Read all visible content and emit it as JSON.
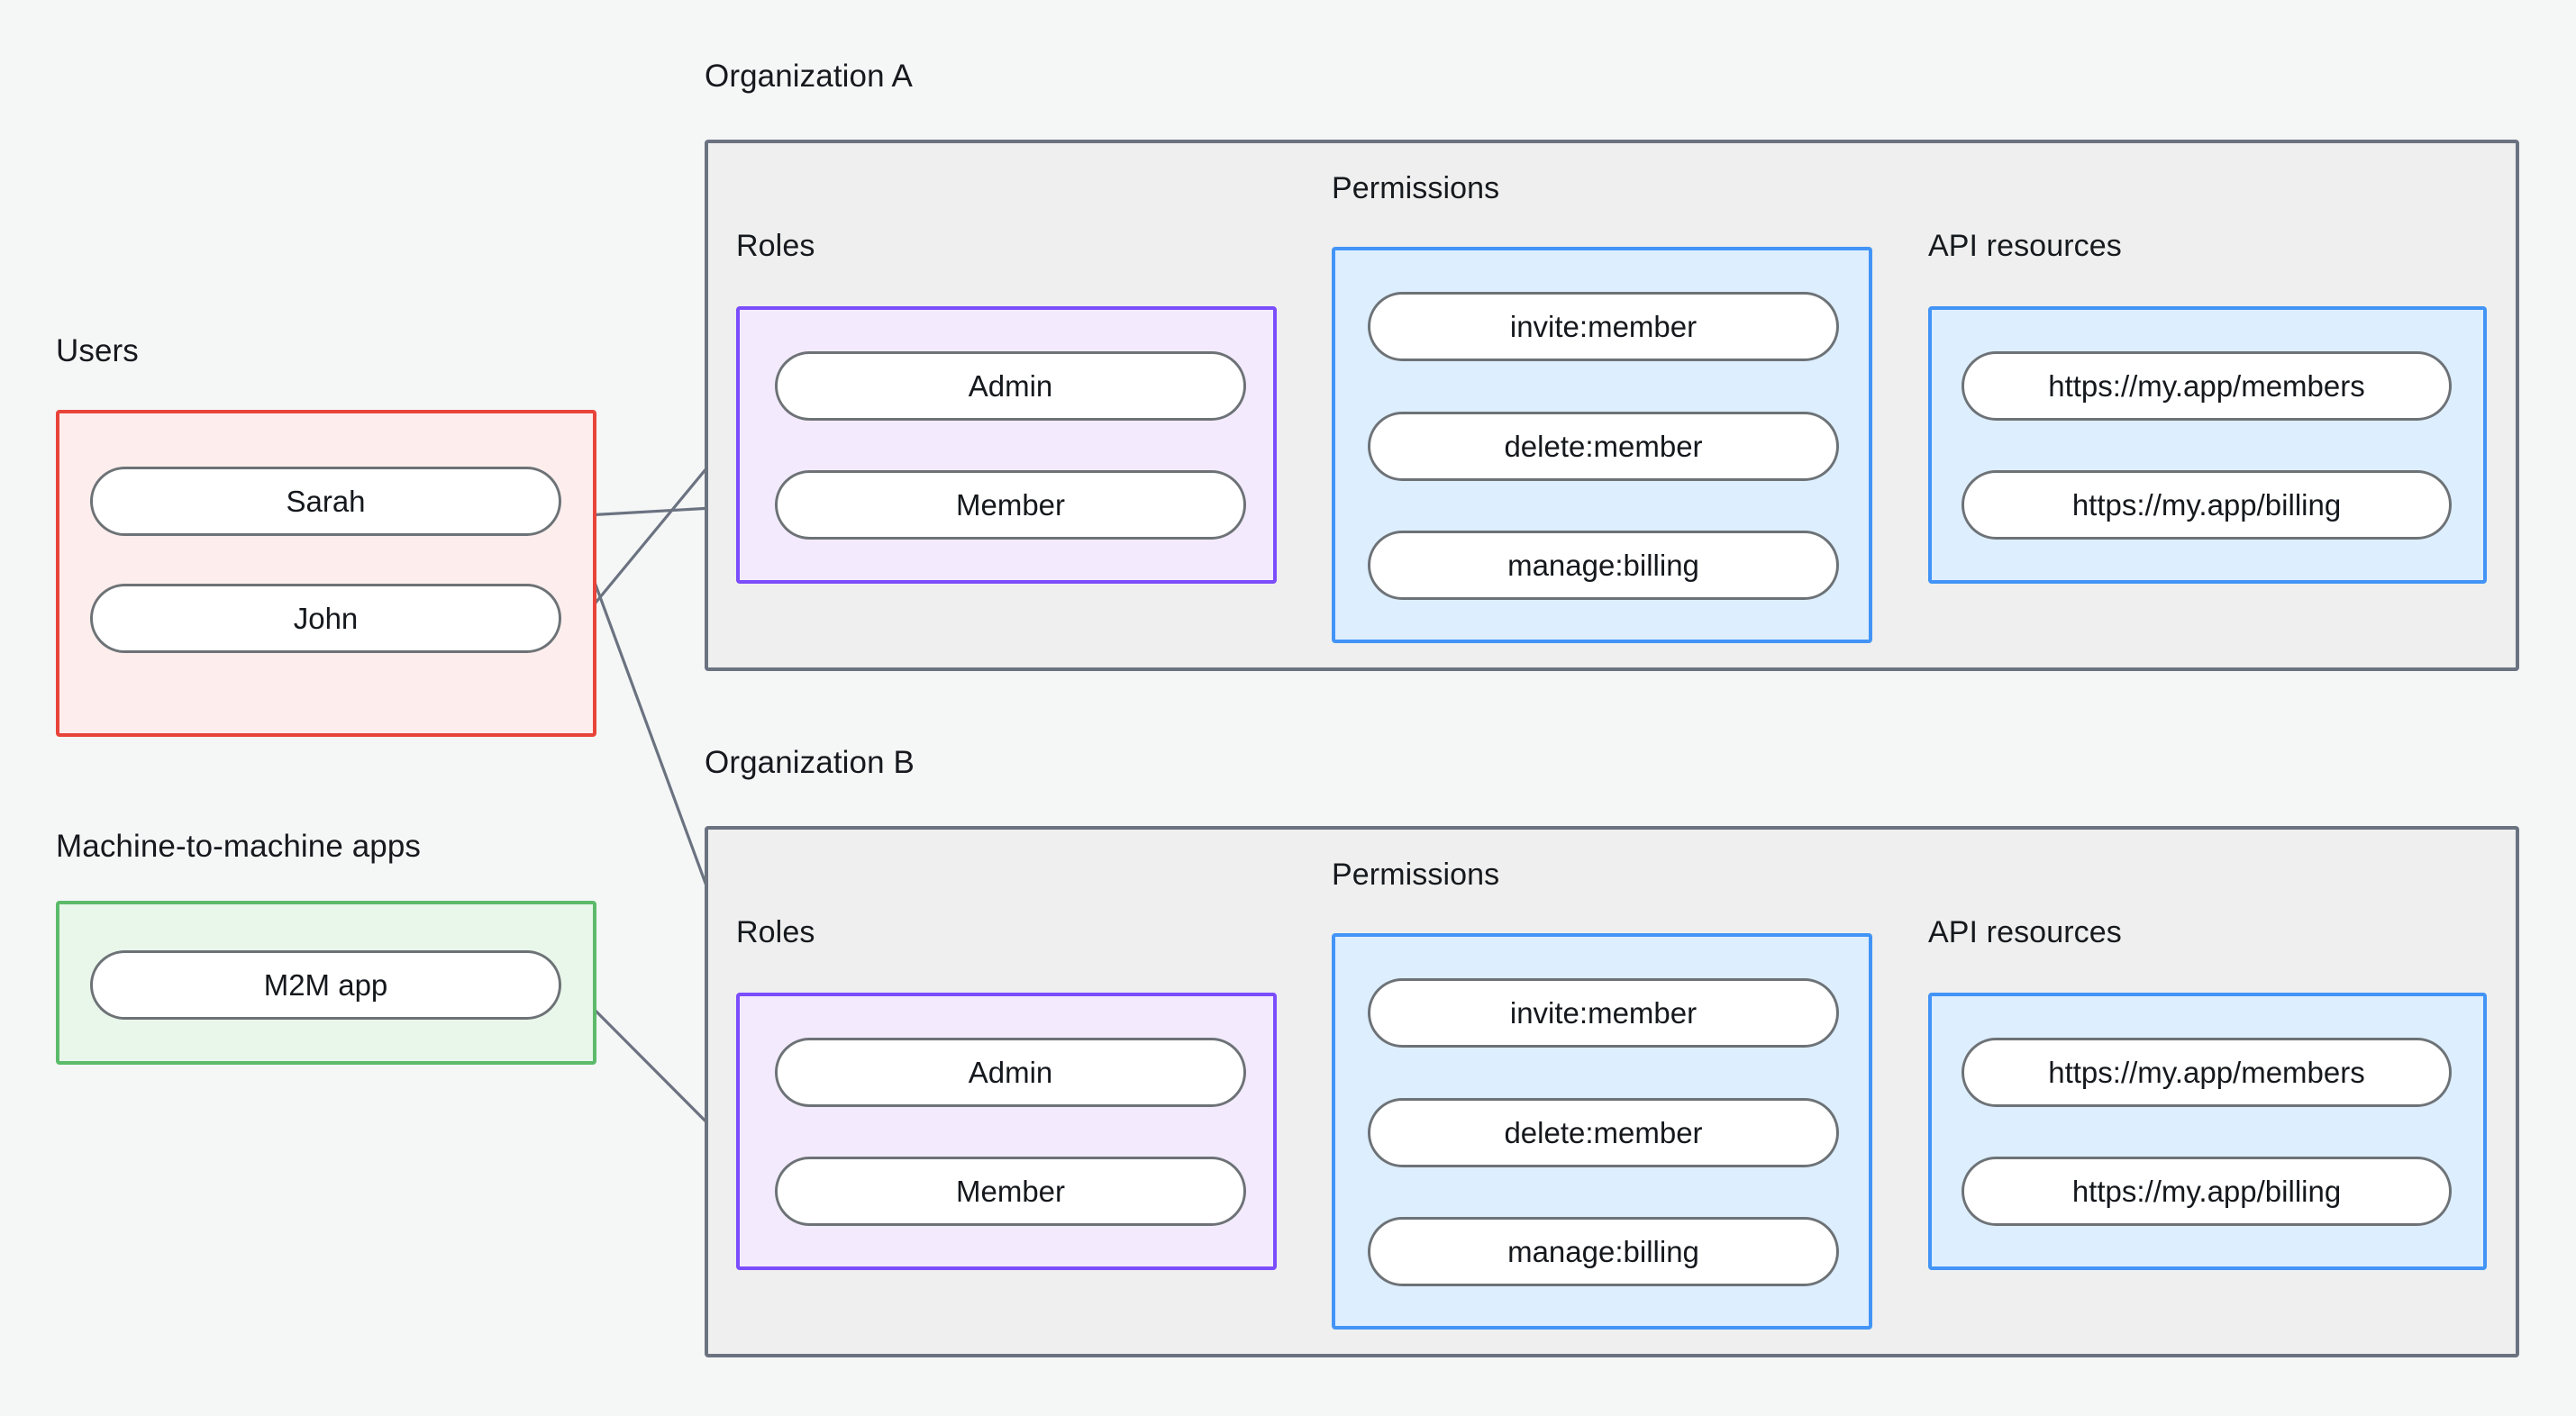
{
  "diagram": {
    "title_labels": {
      "users": "Users",
      "m2m": "Machine-to-machine apps",
      "org_a": "Organization A",
      "org_b": "Organization B",
      "roles": "Roles",
      "permissions": "Permissions",
      "api_resources": "API resources"
    },
    "colors": {
      "background": "#f5f7f7",
      "org_border": "#6b7280",
      "org_fill": "#eeefee",
      "users_border": "#e8443a",
      "users_fill": "#fdeeed",
      "m2m_border": "#5cbb6a",
      "m2m_fill": "#e9f6ea",
      "roles_border": "#7b4dfd",
      "roles_fill": "#f3ebfd",
      "permissions_border": "#4294f7",
      "permissions_fill": "#ddeeff",
      "api_border": "#4294f7",
      "api_fill": "#ddeeff",
      "node_border": "#6d7276",
      "node_fill": "#ffffff",
      "link": "#6b7280",
      "text": "#15181c"
    },
    "users": {
      "label": "Users",
      "nodes": [
        {
          "id": "sarah",
          "label": "Sarah"
        },
        {
          "id": "john",
          "label": "John"
        }
      ]
    },
    "m2m_apps": {
      "label": "Machine-to-machine apps",
      "nodes": [
        {
          "id": "m2m-app",
          "label": "M2M app"
        }
      ]
    },
    "organizations": [
      {
        "id": "org-a",
        "label": "Organization A",
        "roles": {
          "label": "Roles",
          "nodes": [
            {
              "id": "a-admin",
              "label": "Admin"
            },
            {
              "id": "a-member",
              "label": "Member"
            }
          ]
        },
        "permissions": {
          "label": "Permissions",
          "nodes": [
            {
              "id": "a-invite",
              "label": "invite:member"
            },
            {
              "id": "a-delete",
              "label": "delete:member"
            },
            {
              "id": "a-billing",
              "label": "manage:billing"
            }
          ]
        },
        "api_resources": {
          "label": "API resources",
          "nodes": [
            {
              "id": "a-res-members",
              "label": "https://my.app/members"
            },
            {
              "id": "a-res-billing",
              "label": "https://my.app/billing"
            }
          ]
        }
      },
      {
        "id": "org-b",
        "label": "Organization B",
        "roles": {
          "label": "Roles",
          "nodes": [
            {
              "id": "b-admin",
              "label": "Admin"
            },
            {
              "id": "b-member",
              "label": "Member"
            }
          ]
        },
        "permissions": {
          "label": "Permissions",
          "nodes": [
            {
              "id": "b-invite",
              "label": "invite:member"
            },
            {
              "id": "b-delete",
              "label": "delete:member"
            },
            {
              "id": "b-billing",
              "label": "manage:billing"
            }
          ]
        },
        "api_resources": {
          "label": "API resources",
          "nodes": [
            {
              "id": "b-res-members",
              "label": "https://my.app/members"
            },
            {
              "id": "b-res-billing",
              "label": "https://my.app/billing"
            }
          ]
        }
      }
    ],
    "connections": [
      {
        "from": "john",
        "to": "a-admin"
      },
      {
        "from": "sarah",
        "to": "a-member"
      },
      {
        "from": "sarah",
        "to": "b-admin"
      },
      {
        "from": "m2m-app",
        "to": "b-member"
      },
      {
        "from": "a-admin",
        "to": "a-invite"
      },
      {
        "from": "a-admin",
        "to": "a-delete"
      },
      {
        "from": "a-member",
        "to": "a-billing"
      },
      {
        "from": "a-invite",
        "to": "a-res-members"
      },
      {
        "from": "a-delete",
        "to": "a-res-members"
      },
      {
        "from": "a-billing",
        "to": "a-res-billing"
      },
      {
        "from": "b-admin",
        "to": "b-invite"
      },
      {
        "from": "b-admin",
        "to": "b-delete"
      },
      {
        "from": "b-member",
        "to": "b-billing"
      },
      {
        "from": "b-invite",
        "to": "b-res-members"
      },
      {
        "from": "b-delete",
        "to": "b-res-members"
      },
      {
        "from": "b-billing",
        "to": "b-res-billing"
      }
    ]
  }
}
